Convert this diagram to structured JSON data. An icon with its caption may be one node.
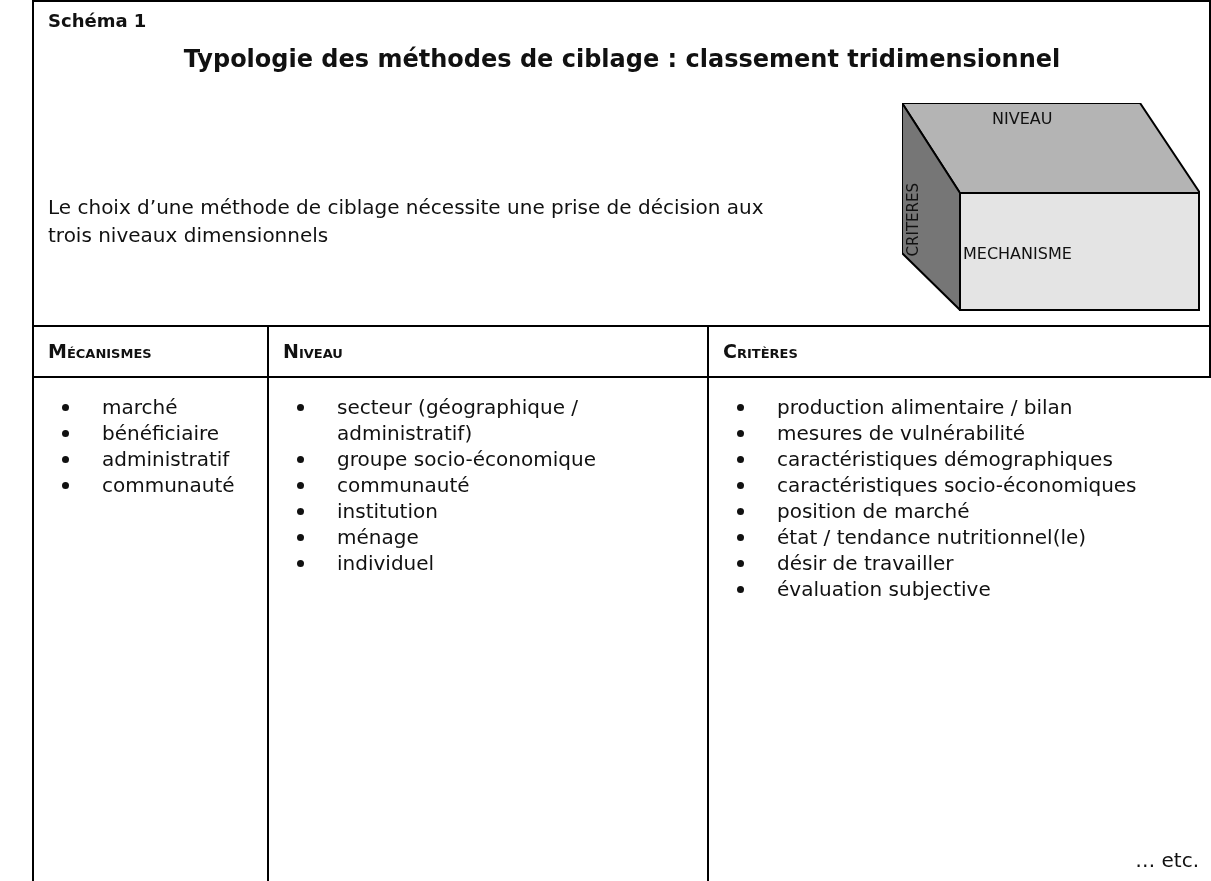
{
  "diagram": {
    "title": "Typologie des méthodes de ciblage : classement tridimensionnel",
    "nodes": [
      {
        "text": [
          "NIVEAU"
        ]
      },
      {
        "text": [
          "CRITERES"
        ]
      },
      {
        "text": [
          "MECHANISME"
        ]
      }
    ],
    "labels": [
      "Schéma 1",
      "Le choix d’une méthode de ciblage nécessite une prise de décision aux trois niveaux dimensionnels",
      "Mécanismes",
      "Niveau",
      "Critères",
      "marché",
      "bénéficiaire",
      "administratif",
      "communauté",
      "secteur (géographique / administratif)",
      "groupe socio-économique",
      "communauté",
      "institution",
      "ménage",
      "individuel",
      "production alimentaire / bilan",
      "mesures de vulnérabilité",
      "caractéristiques démographiques",
      "caractéristiques socio-économiques",
      "position de marché",
      "état / tendance nutritionnel(le)",
      "désir de travailler",
      "évaluation subjective",
      "… etc."
    ]
  }
}
